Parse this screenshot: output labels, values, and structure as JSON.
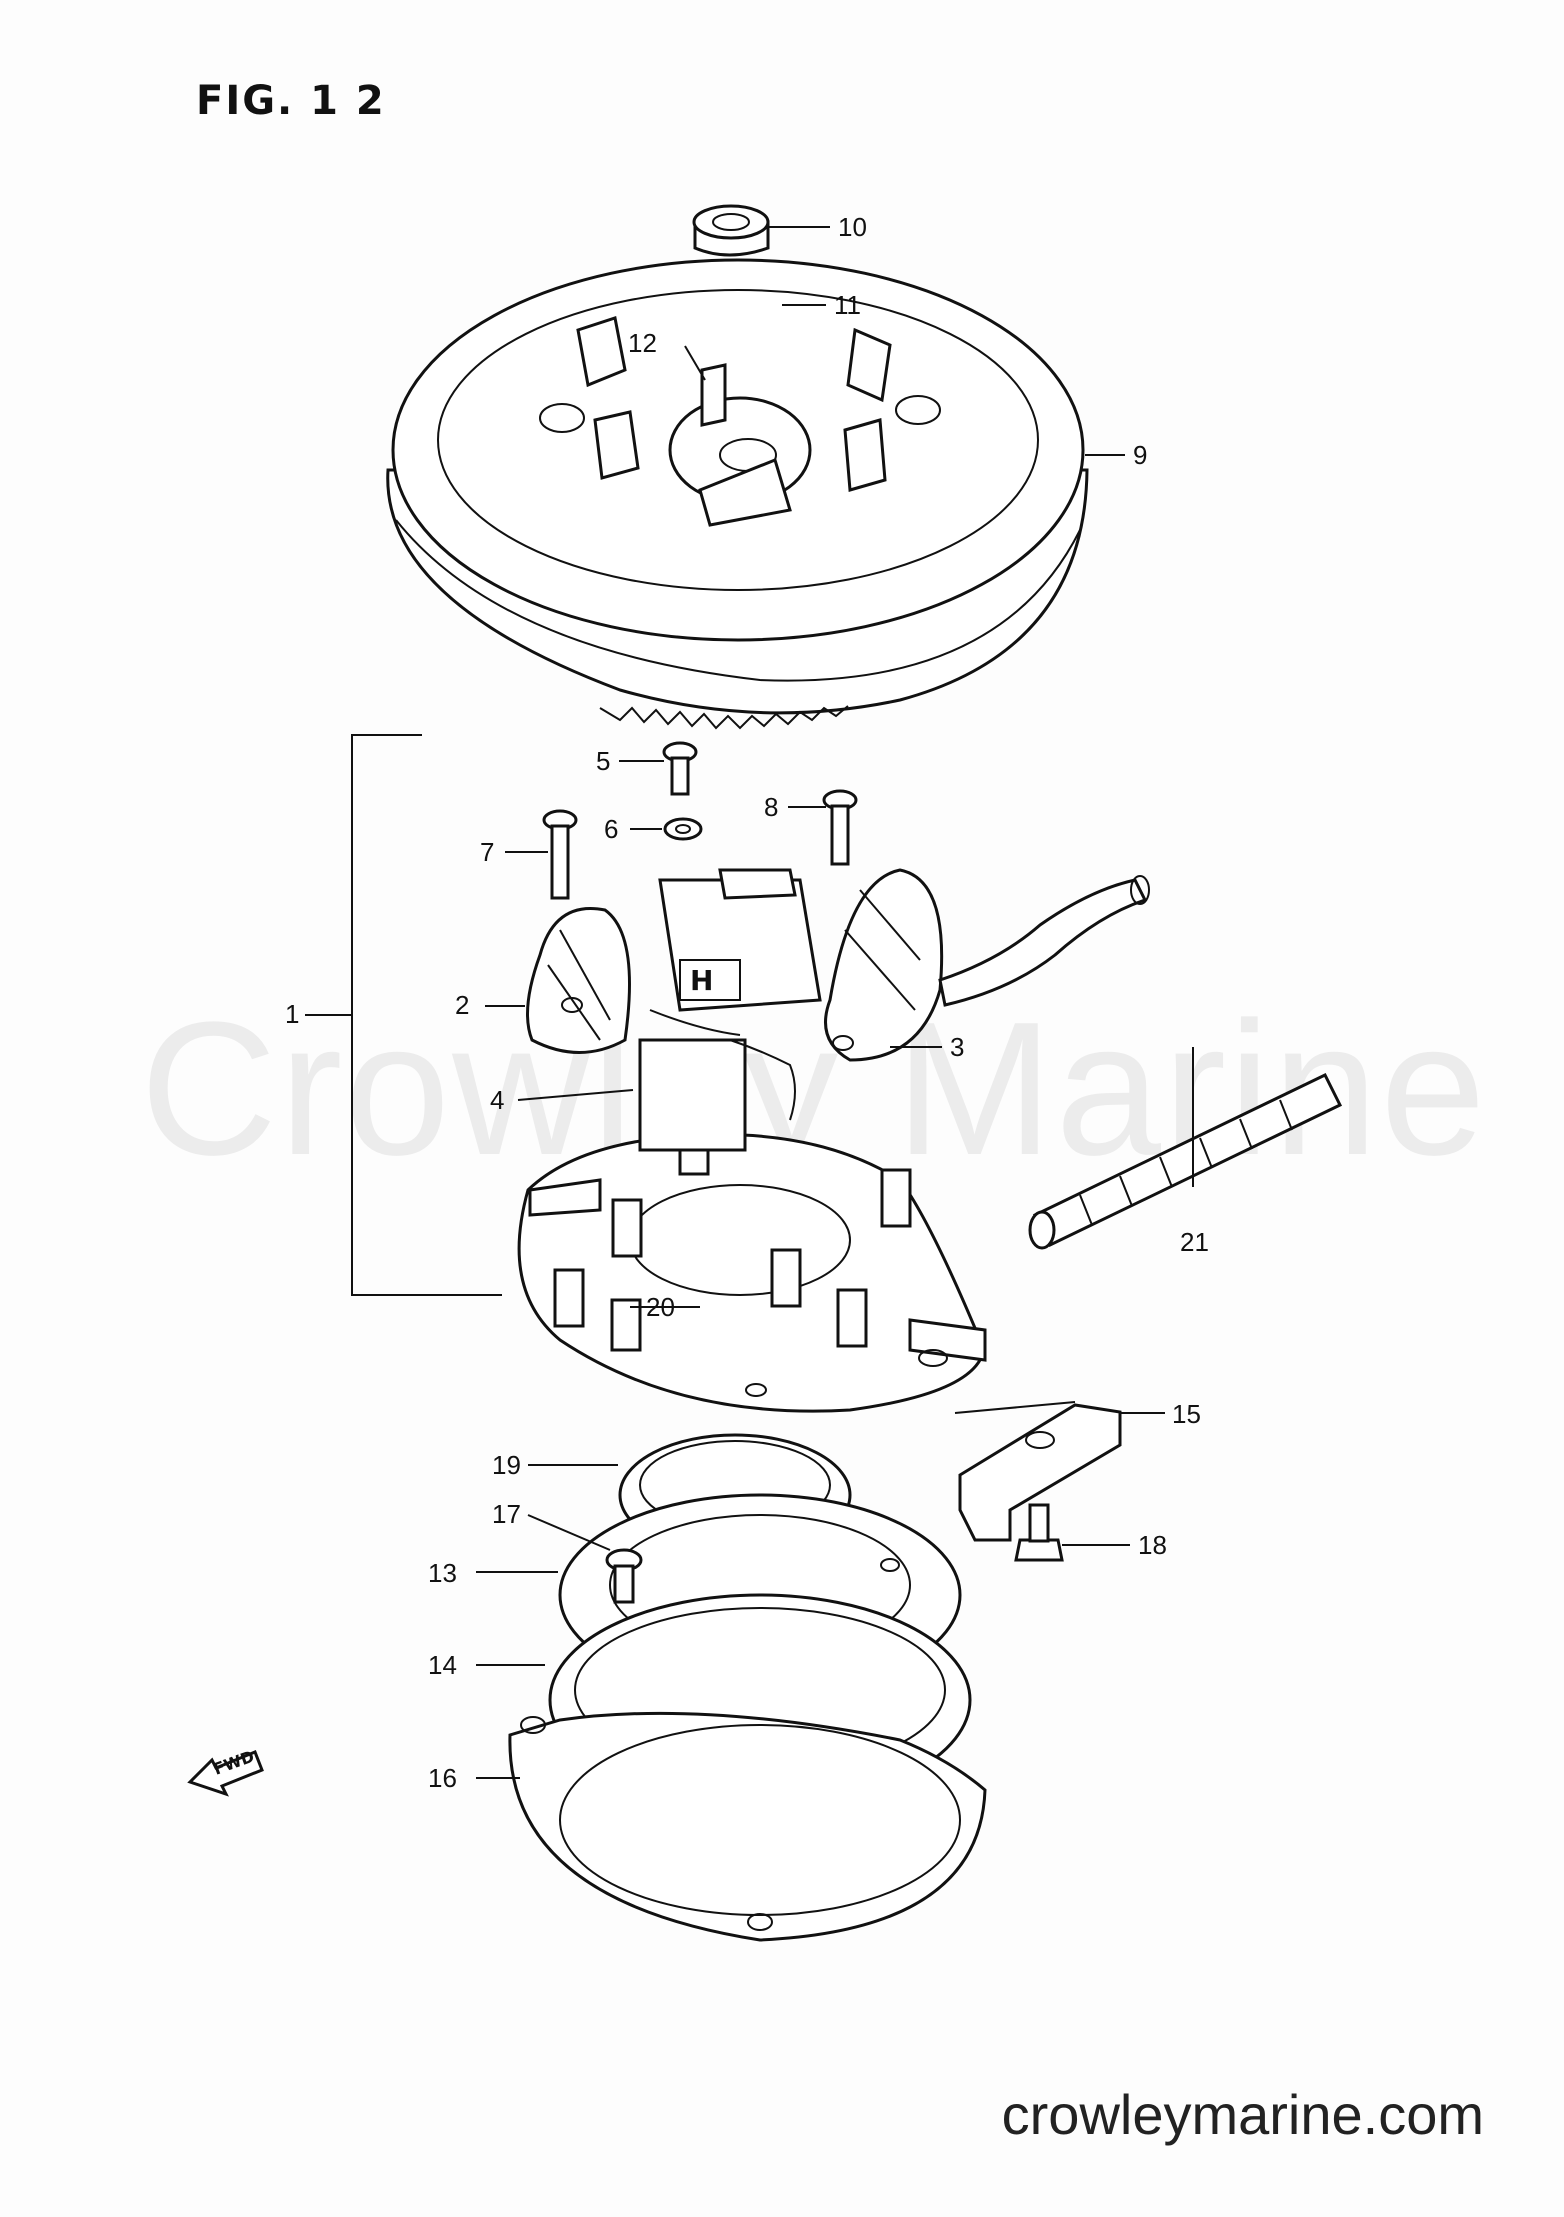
{
  "figure": {
    "title": "FIG. 1 2",
    "watermark": "Crowley Marine",
    "footer_url": "crowleymarine.com",
    "fwd_arrow_label": "FWD"
  },
  "callouts": [
    {
      "label": "1"
    },
    {
      "label": "2"
    },
    {
      "label": "3"
    },
    {
      "label": "4"
    },
    {
      "label": "5"
    },
    {
      "label": "6"
    },
    {
      "label": "7"
    },
    {
      "label": "8"
    },
    {
      "label": "9"
    },
    {
      "label": "10"
    },
    {
      "label": "11"
    },
    {
      "label": "12"
    },
    {
      "label": "13"
    },
    {
      "label": "14"
    },
    {
      "label": "15"
    },
    {
      "label": "16"
    },
    {
      "label": "17"
    },
    {
      "label": "18"
    },
    {
      "label": "19"
    },
    {
      "label": "20"
    },
    {
      "label": "21"
    }
  ]
}
